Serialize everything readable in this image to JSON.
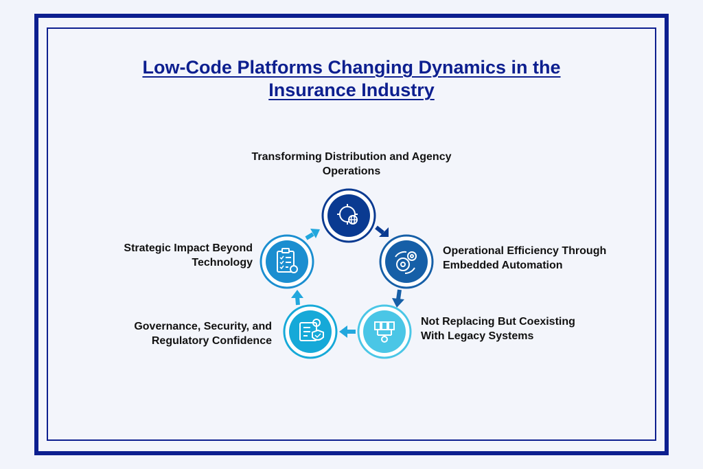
{
  "title": {
    "line1": "Low-Code Platforms Changing Dynamics in the",
    "line2": "Insurance Industry"
  },
  "stages": [
    {
      "line1": "Transforming Distribution and Agency",
      "line2": "Operations",
      "icon": "gear-globe-icon",
      "color": "#0a3a91"
    },
    {
      "line1": "Operational Efficiency Through",
      "line2": "Embedded Automation",
      "icon": "automation-gears-icon",
      "color": "#165fa7"
    },
    {
      "line1": "Not Replacing But Coexisting",
      "line2": "With Legacy Systems",
      "icon": "document-network-icon",
      "color": "#4ac6e6"
    },
    {
      "line1": "Governance, Security, and",
      "line2": "Regulatory Confidence",
      "icon": "shield-checklist-icon",
      "color": "#16a9d8"
    },
    {
      "line1": "Strategic Impact Beyond",
      "line2": "Technology",
      "icon": "clipboard-checklist-icon",
      "color": "#1b8ed0"
    }
  ],
  "colors": {
    "frame": "#0d1f8f",
    "arrow_dark": "#0a3a91",
    "arrow_light": "#22a7dd"
  }
}
